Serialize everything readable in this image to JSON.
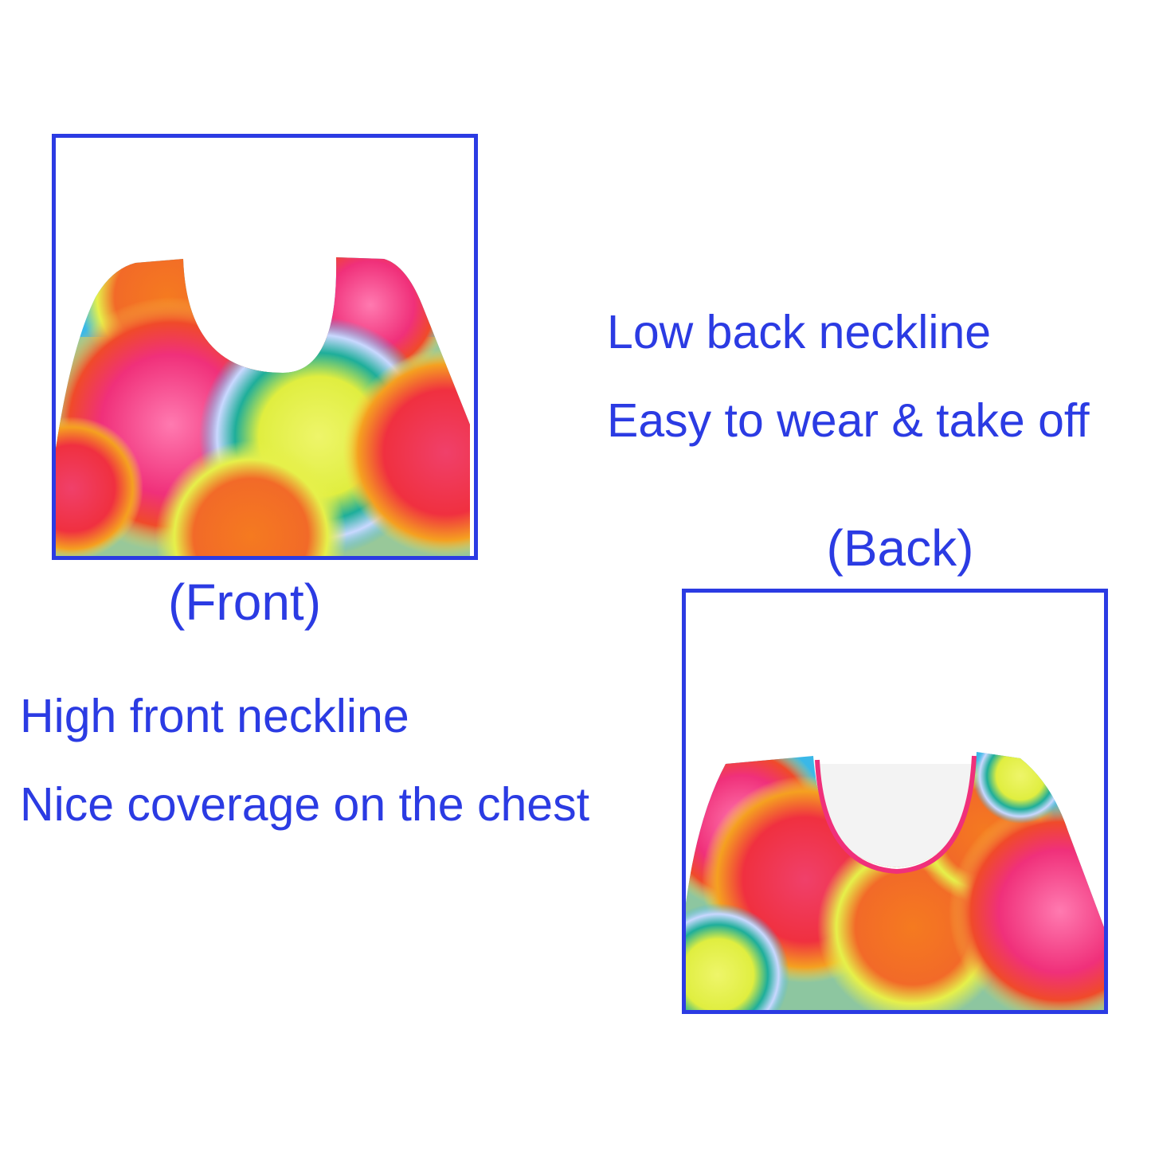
{
  "back": {
    "title": "Low back neckline",
    "subtitle": "Easy to wear & take off",
    "caption": "(Back)"
  },
  "front": {
    "title": "High front neckline",
    "subtitle": "Nice coverage on the chest",
    "caption": "(Front)"
  },
  "colors": {
    "accent": "#2b3be3",
    "pink": "#f0307a",
    "red": "#f04a2a",
    "orange": "#f57a20",
    "yellow": "#e6f04a",
    "cyan": "#3ab8e8",
    "teal": "#1eae9a"
  }
}
